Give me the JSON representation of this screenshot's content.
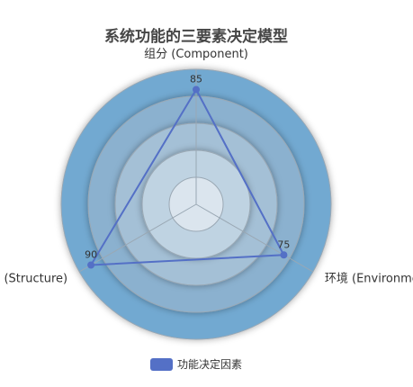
{
  "chart_data": {
    "type": "radar",
    "title": "系统功能的三要素决定模型",
    "indicators": [
      {
        "name": "组分 (Component)"
      },
      {
        "name": "环境 (Environment)"
      },
      {
        "name": "结构 (Structure)"
      }
    ],
    "max": 100,
    "split_number": 5,
    "series": [
      {
        "name": "功能决定因素",
        "values": [
          85,
          75,
          90
        ]
      }
    ],
    "legend": "bottom",
    "colors": {
      "series": "#5470c6",
      "rings": [
        "#dbe5ee",
        "#bfd3e2",
        "#a4c0d6",
        "#8bb1cf",
        "#72a9d1"
      ],
      "split_line": "#9aa8b4"
    }
  }
}
